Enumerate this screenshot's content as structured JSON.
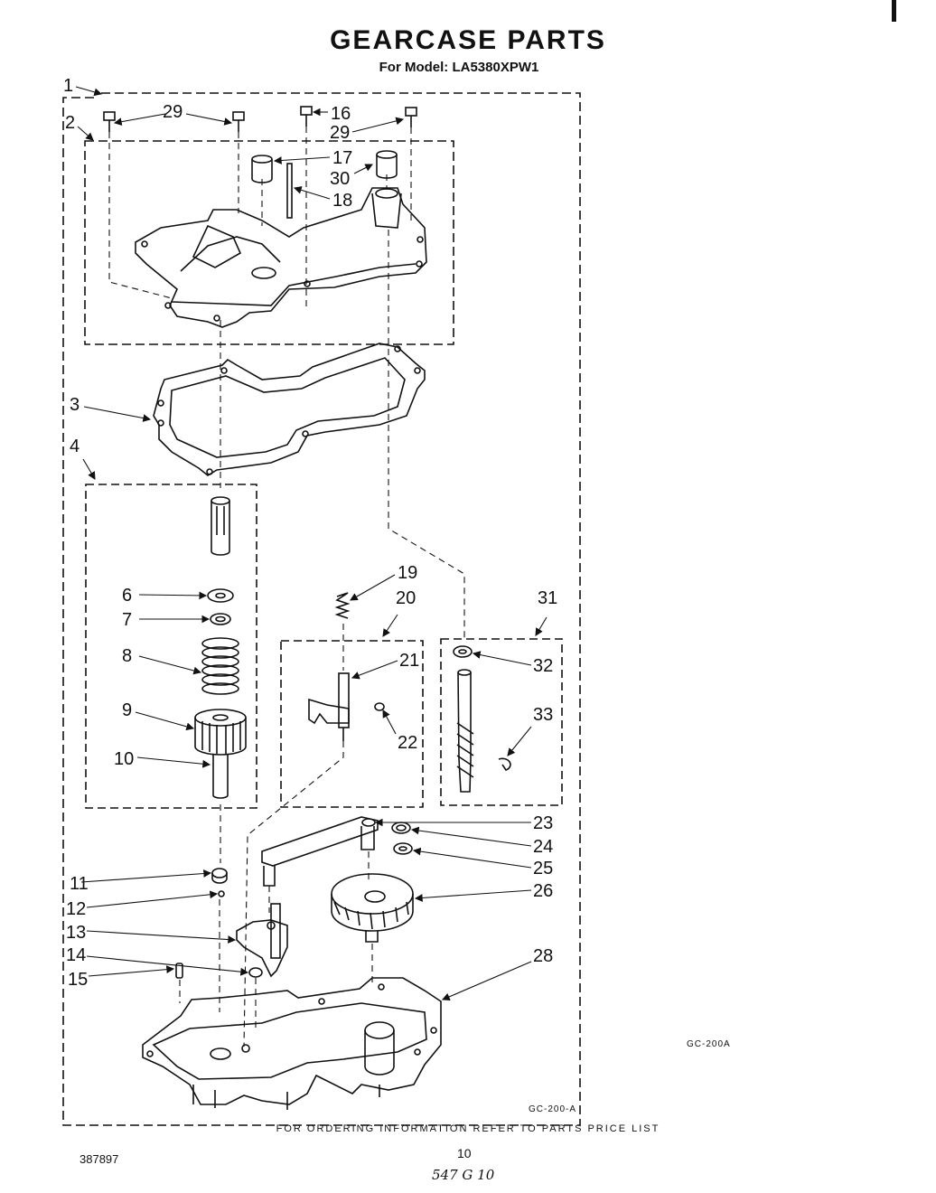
{
  "title": "GEARCASE PARTS",
  "subtitle": "For Model: LA5380XPW1",
  "footer_text": "FOR ORDERING INFORMATION REFER TO PARTS PRICE LIST",
  "document_number": "387897",
  "page_number": "10",
  "handwritten_note": "547 G 10",
  "figure_code_outer": "GC-200A",
  "figure_code_inner": "GC-200-A",
  "part_labels": [
    "1",
    "2",
    "3",
    "4",
    "6",
    "7",
    "8",
    "9",
    "10",
    "11",
    "12",
    "13",
    "14",
    "15",
    "16",
    "17",
    "18",
    "19",
    "20",
    "21",
    "22",
    "23",
    "24",
    "25",
    "26",
    "28",
    "29",
    "29",
    "30",
    "31",
    "32",
    "33"
  ]
}
